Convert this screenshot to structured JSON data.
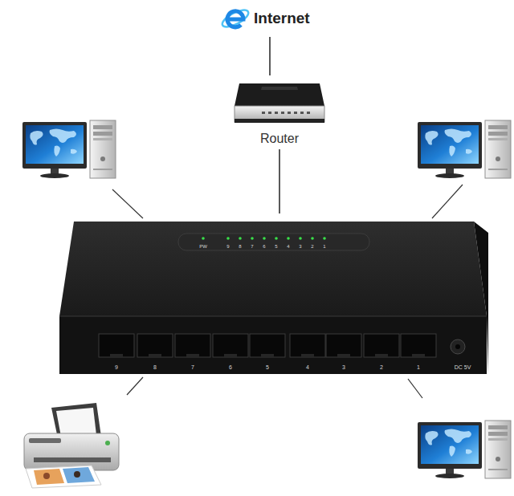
{
  "diagram": {
    "nodes": [
      {
        "text": [
          "Internet"
        ]
      },
      {
        "text": [
          "Router"
        ]
      },
      {
        "text": [
          "PW",
          "9",
          "8",
          "7",
          "6",
          "5",
          "4",
          "3",
          "2",
          "1",
          "9",
          "8",
          "7",
          "6",
          "5",
          "4",
          "3",
          "2",
          "1",
          "DC 5V"
        ]
      }
    ],
    "edges": [
      {
        "from": 0,
        "to": 1,
        "arrow": "none"
      },
      {
        "from": 1,
        "to": 2,
        "arrow": "none"
      }
    ]
  }
}
